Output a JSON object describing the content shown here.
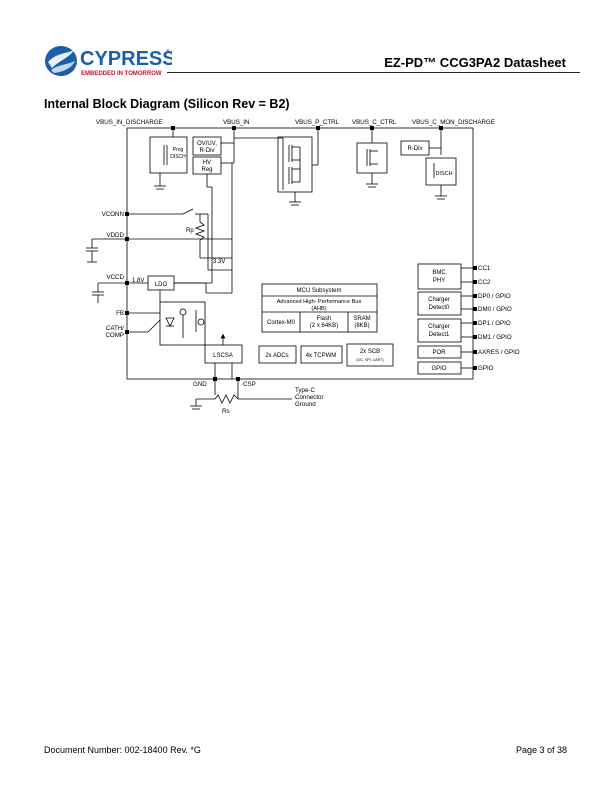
{
  "header": {
    "logo_text": "CYPRESS",
    "logo_tagline": "EMBEDDED IN TOMORROW",
    "logo_tm": "®",
    "doc_title": "EZ-PD™ CCG3PA2 Datasheet"
  },
  "section_title": "Internal Block Diagram (Silicon Rev = B2)",
  "diagram": {
    "top_labels": {
      "vbus_in_discharge": "VBUS_IN_DISCHARGE",
      "vbus_in": "VBUS_IN",
      "vbus_p_ctrl": "VBUS_P_CTRL",
      "vbus_c_ctrl": "VBUS_C_CTRL",
      "vbus_c_mon_discharge": "VBUS_C_MON_DISCHARGE"
    },
    "left_pins": {
      "vconn": "VCONN",
      "vddd": "VDDD",
      "vccd": "VCCD",
      "fb": "FB",
      "cath_comp_1": "CATH/",
      "cath_comp_2": "COMP"
    },
    "right_pins": {
      "cc1": "CC1",
      "cc2": "CC2",
      "dp0": "DP0 / GPIO",
      "dm0": "DM0 / GPIO",
      "dp1": "DP1 / GPIO",
      "dm1": "DM1 / GPIO",
      "axres": "AXRES / GPIO",
      "gpio": "GPIO"
    },
    "bottom_pins": {
      "gnd": "GND",
      "csp": "CSP"
    },
    "connector_label": [
      "Type-C",
      "Connector",
      "Ground"
    ],
    "blocks": {
      "ovuv_1": "OV/UV,",
      "ovuv_2": "R-Div",
      "hvreg_1": "HV",
      "hvreg_2": "Reg",
      "prog": "Prog",
      "disch": "DISCH",
      "disch2": "DISCH",
      "rdiv": "R-Div",
      "ldo": "LDO",
      "lscsa": "LSCSA",
      "adcs": "2x ADCs",
      "tcpwm": "4x TCPWM",
      "scb_1": "2x SCB",
      "scb_2": "(I2C, SPI, UART)",
      "mcu_title": "MCU Subsystem",
      "ahb_1": "Advanced High- Performance Bus",
      "ahb_2": "(AHB)",
      "cortex": "Cortex-M0",
      "flash_1": "Flash",
      "flash_2": "(2 x 64KB)",
      "sram_1": "SRAM",
      "sram_2": "(8KB)",
      "bmc_1": "BMC",
      "bmc_2": "PHY",
      "cd0_1": "Charger",
      "cd0_2": "Detect0",
      "cd1_1": "Charger",
      "cd1_2": "Detect1",
      "por": "POR",
      "gpio_block": "GPIO"
    },
    "net_labels": {
      "v33": "3.3V",
      "v18": "1.8V",
      "rp": "Rp",
      "rs": "Rs"
    }
  },
  "footer": {
    "doc_number": "Document Number: 002-18400 Rev. *G",
    "page": "Page 3 of 38"
  }
}
